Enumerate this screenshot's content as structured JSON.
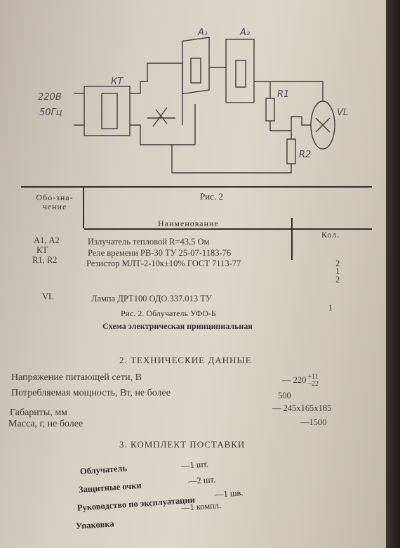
{
  "schematic": {
    "labels": {
      "voltage": "220В",
      "frequency": "50Гц",
      "kt": "КТ",
      "a1": "А₁",
      "a2": "А₂",
      "r1": "R1",
      "r2": "R2",
      "vl": "VL"
    },
    "caption": "Рис. 2"
  },
  "table": {
    "headers": {
      "designation": "Обо-зна-чение",
      "name": "Наименование",
      "qty": "Кол."
    },
    "rows": [
      {
        "designation": "А1, А2",
        "name": "Излучатель тепловой R=43,5 Ом",
        "qty": "2"
      },
      {
        "designation": "КТ",
        "name": "Реле времени РВ-30 ТУ 25-07-1183-76",
        "qty": "1"
      },
      {
        "designation": "R1, R2",
        "name": "Резистор МЛТ-2-10к±10% ГОСТ 7113-77",
        "qty": "2"
      },
      {
        "designation": "VL",
        "name": "Лампа ДРТ100 ОДО.337.013 ТУ",
        "qty": "1"
      }
    ],
    "caption_line1": "Рис. 2. Облучатель УФО-Б",
    "caption_line2": "Схема электрическая принципиальная"
  },
  "technical": {
    "heading": "2. ТЕХНИЧЕСКИЕ ДАННЫЕ",
    "items": [
      {
        "label": "Напряжение питающей сети, В",
        "value": "220",
        "sup": "+11",
        "subv": "−22"
      },
      {
        "label": "Потребляемая мощность, Вт, не более",
        "value": "500"
      },
      {
        "label": "Габариты, мм",
        "value": "245х165х185"
      },
      {
        "label": "Масса, г, не более",
        "value": "1500"
      }
    ]
  },
  "kit": {
    "heading": "3. КОМПЛЕКТ ПОСТАВКИ",
    "items": [
      {
        "label": "Облучатель",
        "value": "—1 шт."
      },
      {
        "label": "Защитные очки",
        "value": "—2 шт."
      },
      {
        "label": "Руководство по эксплуатации",
        "value": "—1 шв."
      },
      {
        "label": "Упаковка",
        "value": "—1 компл."
      }
    ]
  }
}
